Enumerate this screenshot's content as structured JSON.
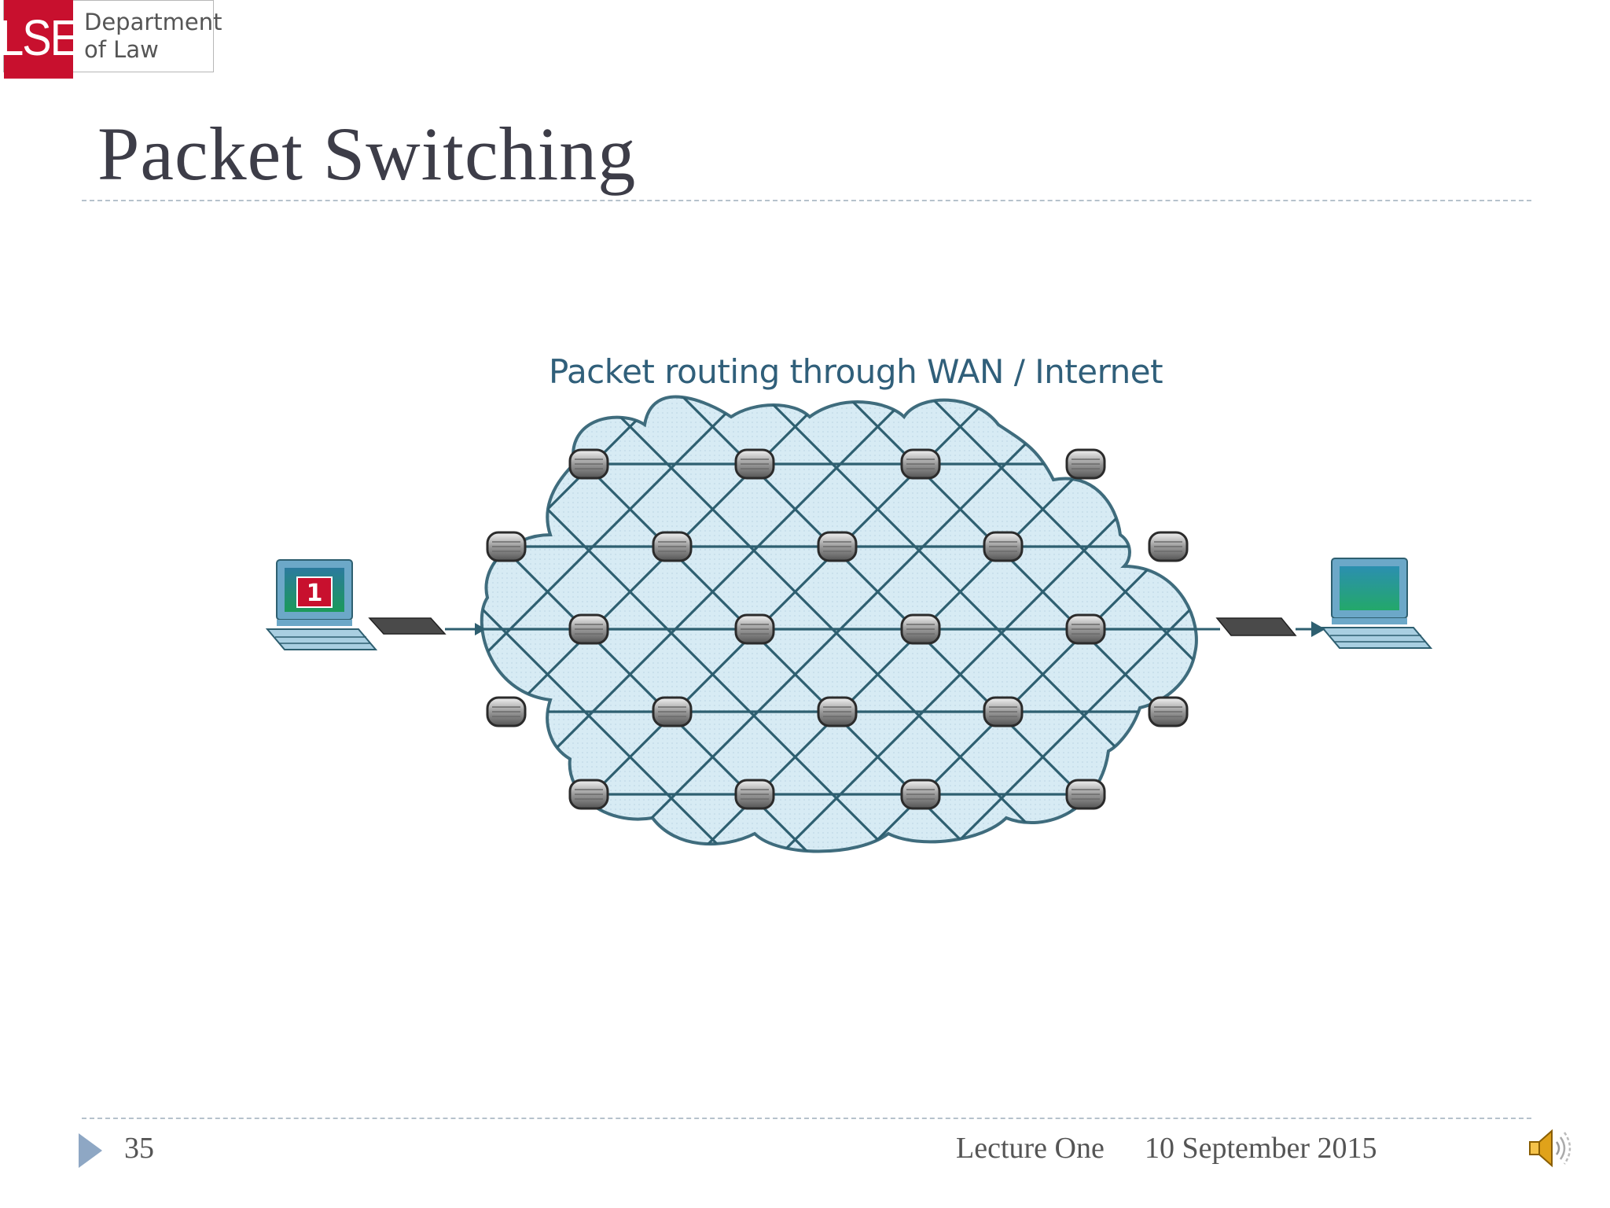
{
  "header": {
    "logo_mark": "LSE",
    "logo_text": "Department\nof Law"
  },
  "slide": {
    "title": "Packet Switching",
    "diagram_caption": "Packet routing through WAN / Internet",
    "sender_screen_label": "1"
  },
  "footer": {
    "page_number": "35",
    "lecture": "Lecture One",
    "date": "10 September 2015"
  },
  "colors": {
    "logo_red": "#c8102e",
    "cloud_fill": "#d7ebf4",
    "cloud_stroke": "#3f6c7d",
    "caption_blue": "#305f7a",
    "rule_dash": "#b6c2cc",
    "footer_arrow": "#8ea7c4"
  },
  "icons": [
    "lse-logo",
    "router-icon",
    "laptop-icon",
    "packet-icon",
    "speaker-icon",
    "footer-arrow-icon"
  ]
}
